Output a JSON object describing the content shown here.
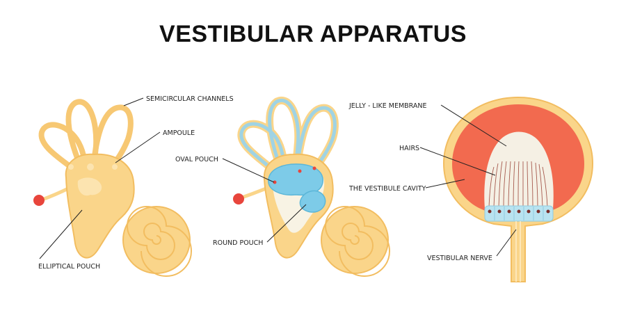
{
  "title": "VESTIBULAR APPARATUS",
  "labels": {
    "semicircular_channels": "SEMICIRCULAR CHANNELS",
    "ampoule": "AMPOULE",
    "oval_pouch": "OVAL POUCH",
    "round_pouch": "ROUND POUCH",
    "elliptical_pouch": "ELLIPTICAL POUCH",
    "jelly_like_membrane": "JELLY - LIKE MEMBRANE",
    "hairs": "HAIRS",
    "vestibule_cavity": "THE VESTIBULE CAVITY",
    "vestibular_nerve": "VESTIBULAR NERVE"
  },
  "colors": {
    "tissue": "#fad58a",
    "tissue_dark": "#f2bd60",
    "canal_blue": "#9fd3e4",
    "pouch_blue": "#7dcbe8",
    "cavity_red": "#f26a4f",
    "membrane": "#f5f0e4",
    "dot_red": "#e8453c"
  }
}
